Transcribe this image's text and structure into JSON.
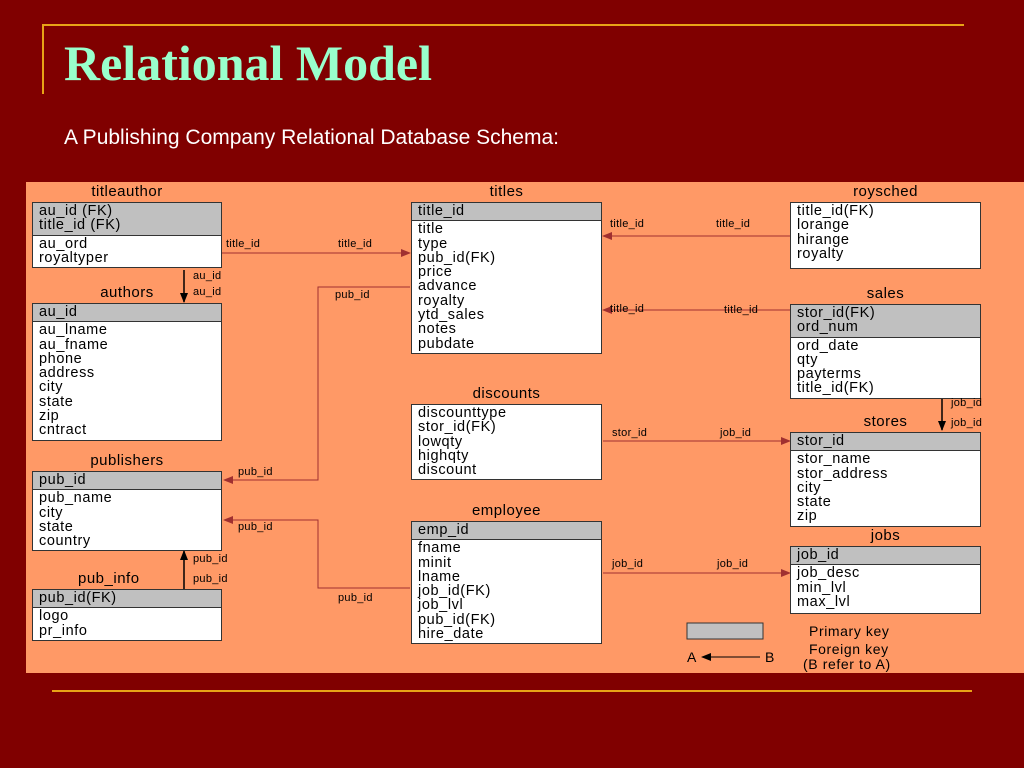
{
  "title": "Relational Model",
  "subtitle": "A Publishing Company Relational Database Schema:",
  "colors": {
    "background": "#800000",
    "title": "#99ffcc",
    "panel": "#ff9966",
    "primary_key_fill": "#c0c0c0",
    "accent_line": "#e8a317"
  },
  "tables": {
    "titleauthor": {
      "name": "titleauthor",
      "pk": [
        "au_id (FK)",
        "title_id (FK)"
      ],
      "attrs": [
        "au_ord",
        "royaltyper"
      ]
    },
    "authors": {
      "name": "authors",
      "pk": [
        "au_id"
      ],
      "attrs": [
        "au_lname",
        "au_fname",
        "phone",
        "address",
        "city",
        "state",
        "zip",
        "cntract"
      ]
    },
    "publishers": {
      "name": "publishers",
      "pk": [
        "pub_id"
      ],
      "attrs": [
        "pub_name",
        "city",
        "state",
        "country"
      ]
    },
    "pub_info": {
      "name": "pub_info",
      "pk": [
        "pub_id(FK)"
      ],
      "attrs": [
        "logo",
        "pr_info"
      ]
    },
    "titles": {
      "name": "titles",
      "pk": [
        "title_id"
      ],
      "attrs": [
        "title",
        "type",
        "pub_id(FK)",
        "price",
        "advance",
        "royalty",
        "ytd_sales",
        "notes",
        "pubdate"
      ]
    },
    "discounts": {
      "name": "discounts",
      "pk": [],
      "attrs": [
        "discounttype",
        "stor_id(FK)",
        "lowqty",
        "highqty",
        "discount"
      ]
    },
    "employee": {
      "name": "employee",
      "pk": [
        "emp_id"
      ],
      "attrs": [
        "fname",
        "minit",
        "lname",
        "job_id(FK)",
        "job_lvl",
        "pub_id(FK)",
        "hire_date"
      ]
    },
    "roysched": {
      "name": "roysched",
      "pk": [],
      "attrs": [
        "title_id(FK)",
        "lorange",
        "hirange",
        "royalty"
      ]
    },
    "sales": {
      "name": "sales",
      "pk": [
        "stor_id(FK)",
        "ord_num"
      ],
      "attrs": [
        "ord_date",
        "qty",
        "payterms",
        "title_id(FK)"
      ]
    },
    "stores": {
      "name": "stores",
      "pk": [
        "stor_id"
      ],
      "attrs": [
        "stor_name",
        "stor_address",
        "city",
        "state",
        "zip"
      ]
    },
    "jobs": {
      "name": "jobs",
      "pk": [
        "job_id"
      ],
      "attrs": [
        "job_desc",
        "min_lvl",
        "max_lvl"
      ]
    }
  },
  "relationships": [
    {
      "from": "titleauthor",
      "to": "titles",
      "labels": [
        "title_id",
        "title_id"
      ]
    },
    {
      "from": "titleauthor",
      "to": "authors",
      "labels": [
        "au_id",
        "au_id"
      ]
    },
    {
      "from": "titles",
      "to": "publishers",
      "labels": [
        "pub_id",
        "pub_id"
      ]
    },
    {
      "from": "roysched",
      "to": "titles",
      "labels": [
        "title_id",
        "title_id"
      ]
    },
    {
      "from": "sales",
      "to": "titles",
      "labels": [
        "title_id",
        "title_id"
      ]
    },
    {
      "from": "sales",
      "to": "stores",
      "labels": [
        "job_id",
        "job_id"
      ]
    },
    {
      "from": "discounts",
      "to": "stores",
      "labels": [
        "stor_id",
        "job_id"
      ]
    },
    {
      "from": "employee",
      "to": "publishers",
      "labels": [
        "pub_id",
        "pub_id"
      ]
    },
    {
      "from": "employee",
      "to": "jobs",
      "labels": [
        "job_id",
        "job_id"
      ]
    },
    {
      "from": "pub_info",
      "to": "publishers",
      "labels": [
        "pub_id",
        "pub_id"
      ]
    }
  ],
  "legend": {
    "primary_key": "Primary key",
    "foreign_key": "Foreign key",
    "a": "A",
    "b": "B",
    "refer": "(B refer to A)"
  }
}
